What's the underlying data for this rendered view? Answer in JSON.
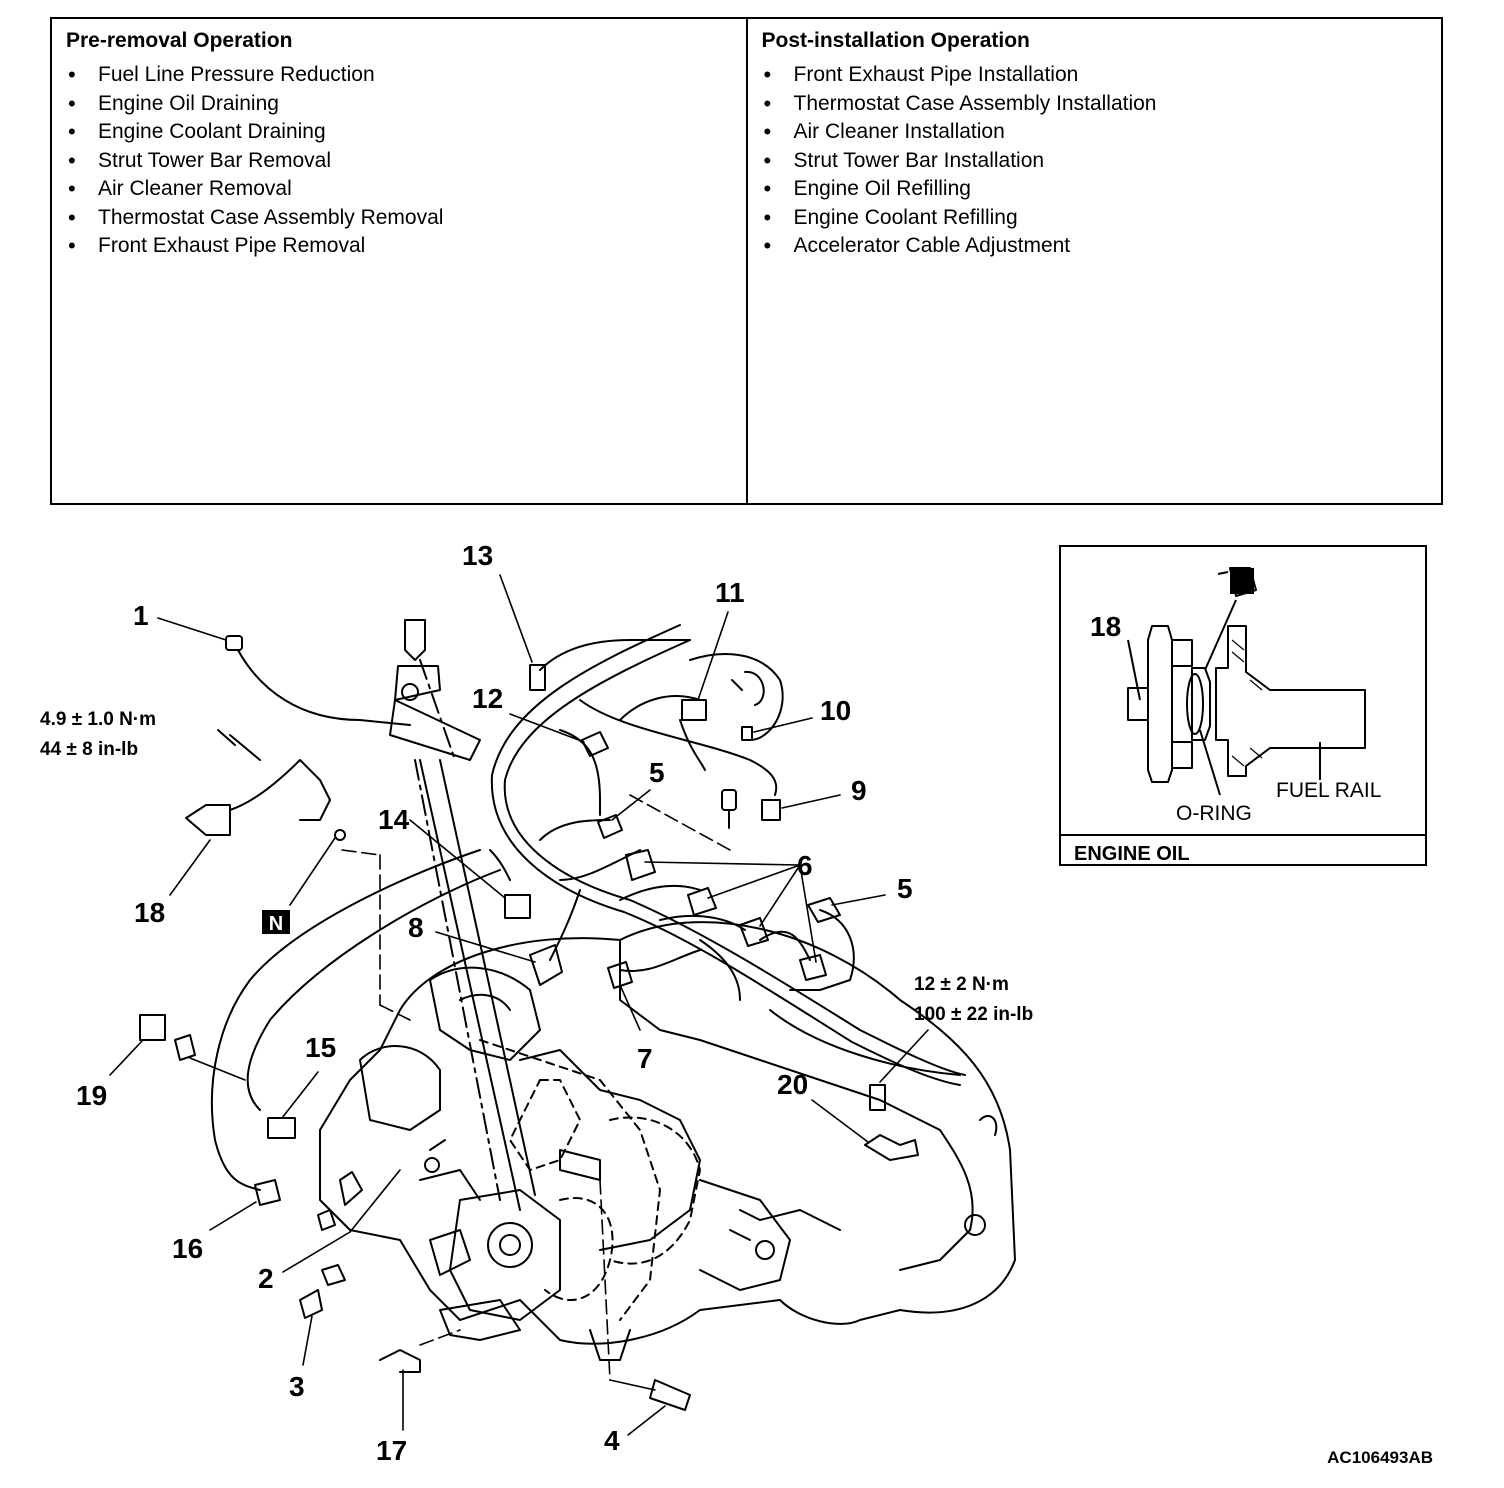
{
  "pre_removal": {
    "title": "Pre-removal Operation",
    "items": [
      "Fuel Line Pressure Reduction",
      "Engine Oil Draining",
      "Engine Coolant Draining",
      "Strut Tower Bar Removal",
      "Air Cleaner Removal",
      "Thermostat Case Assembly Removal",
      "Front Exhaust Pipe Removal"
    ]
  },
  "post_installation": {
    "title": "Post-installation Operation",
    "items": [
      "Front Exhaust Pipe Installation",
      "Thermostat Case Assembly Installation",
      "Air Cleaner Installation",
      "Strut Tower Bar Installation",
      "Engine Oil Refilling",
      "Engine Coolant Refilling",
      "Accelerator Cable Adjustment"
    ]
  },
  "diagram": {
    "callouts": {
      "c1": "1",
      "c2": "2",
      "c3": "3",
      "c4": "4",
      "c5a": "5",
      "c5b": "5",
      "c6": "6",
      "c7": "7",
      "c8": "8",
      "c9": "9",
      "c10": "10",
      "c11": "11",
      "c12": "12",
      "c13": "13",
      "c14": "14",
      "c15": "15",
      "c16": "16",
      "c17": "17",
      "c18": "18",
      "c19": "19",
      "c20": "20"
    },
    "torque_18": {
      "metric": "4.9 ± 1.0 N·m",
      "imperial": "44 ± 8 in-lb"
    },
    "torque_20": {
      "metric": "12 ± 2 N·m",
      "imperial": "100 ± 22 in-lb"
    },
    "new_part_marker": "N",
    "figure_code": "AC106493AB"
  },
  "inset": {
    "part_number": "18",
    "o_ring_label": "O-RING",
    "fuel_rail_label": "FUEL RAIL",
    "caption": "ENGINE OIL"
  }
}
